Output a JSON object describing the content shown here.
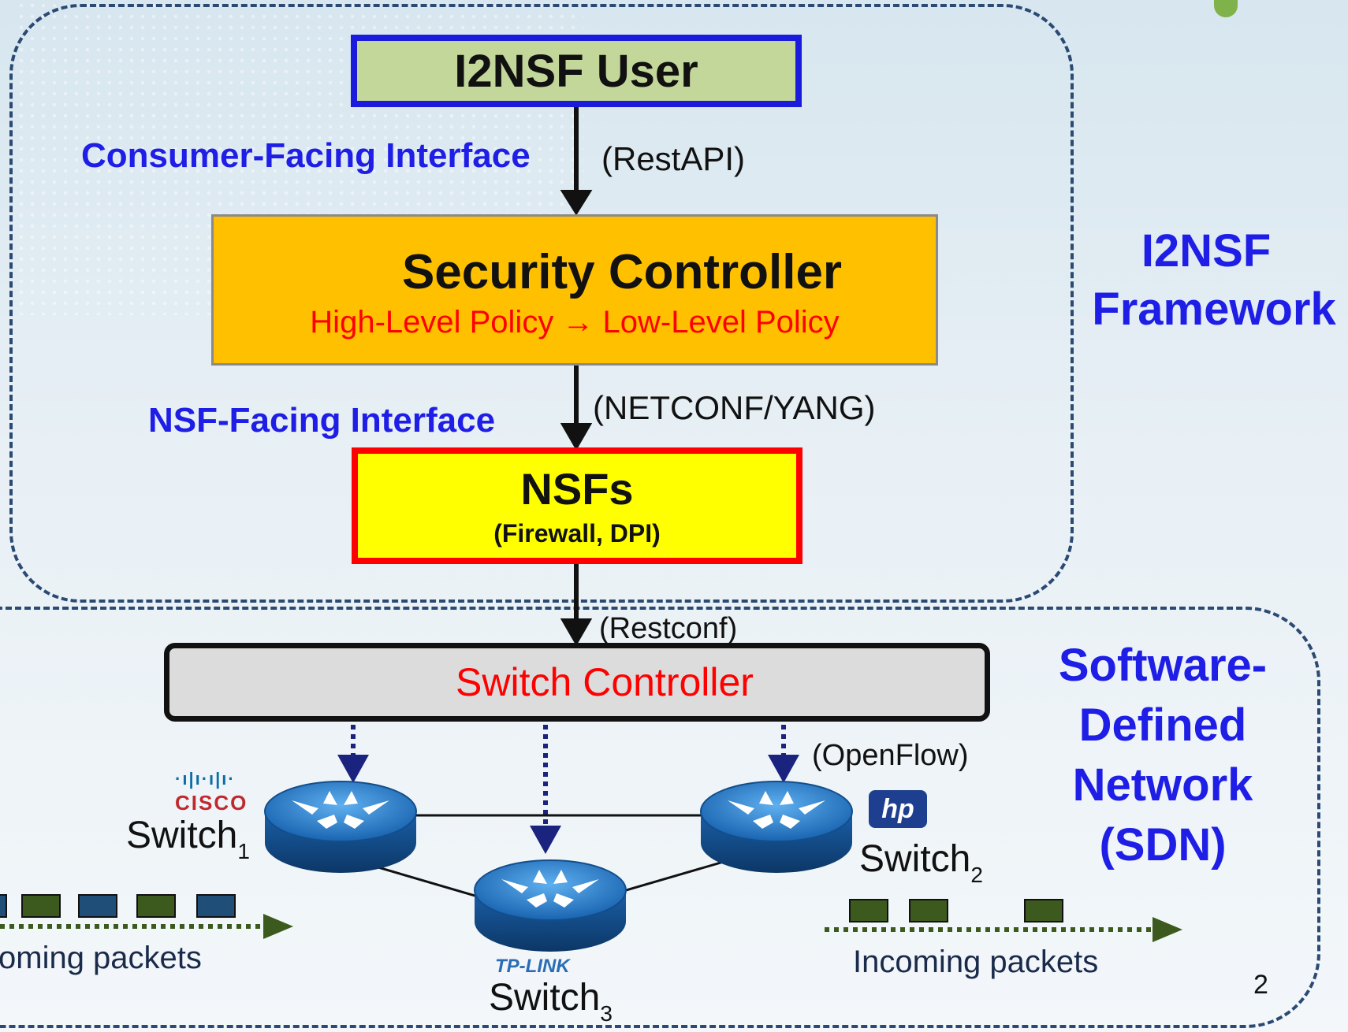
{
  "user_box": {
    "label": "I2NSF User"
  },
  "consumer_interface": {
    "label": "Consumer-Facing Interface",
    "protocol": "(RestAPI)"
  },
  "security_controller": {
    "title": "Security Controller",
    "policy": "High-Level Policy → Low-Level Policy"
  },
  "nsf_interface": {
    "label": "NSF-Facing Interface",
    "protocol": "(NETCONF/YANG)"
  },
  "nsfs": {
    "title": "NSFs",
    "subtitle": "(Firewall, DPI)"
  },
  "i2nsf_framework": {
    "line1": "I2NSF",
    "line2": "Framework"
  },
  "restconf": {
    "label": "(Restconf)"
  },
  "switch_controller": {
    "label": "Switch Controller"
  },
  "openflow": {
    "label": "(OpenFlow)"
  },
  "sdn": {
    "line1": "Software-",
    "line2": "Defined",
    "line3": "Network",
    "line4": "(SDN)"
  },
  "switches": [
    {
      "name": "Switch",
      "sub": "1",
      "logo": "cisco"
    },
    {
      "name": "Switch",
      "sub": "2",
      "logo": "hp"
    },
    {
      "name": "Switch",
      "sub": "3",
      "logo": "TP-LINK"
    }
  ],
  "logos": {
    "cisco_bars": "·ı|ı·ı|ı·",
    "cisco_text": "CISCO",
    "tplink_text": "TP-LINK",
    "hp_text": "hp"
  },
  "packets": {
    "left_label": "coming packets",
    "right_label": "Incoming packets"
  },
  "page_number": "2",
  "colors": {
    "accent_blue": "#1e1ee6",
    "controller_orange": "#ffc000",
    "nsf_yellow": "#ffff00",
    "nsf_border_red": "#ff0000",
    "user_green": "#c4d79b",
    "packet_green": "#3c5a1e",
    "packet_blue": "#1f4e79",
    "router_blue": "#2a7fc9"
  }
}
